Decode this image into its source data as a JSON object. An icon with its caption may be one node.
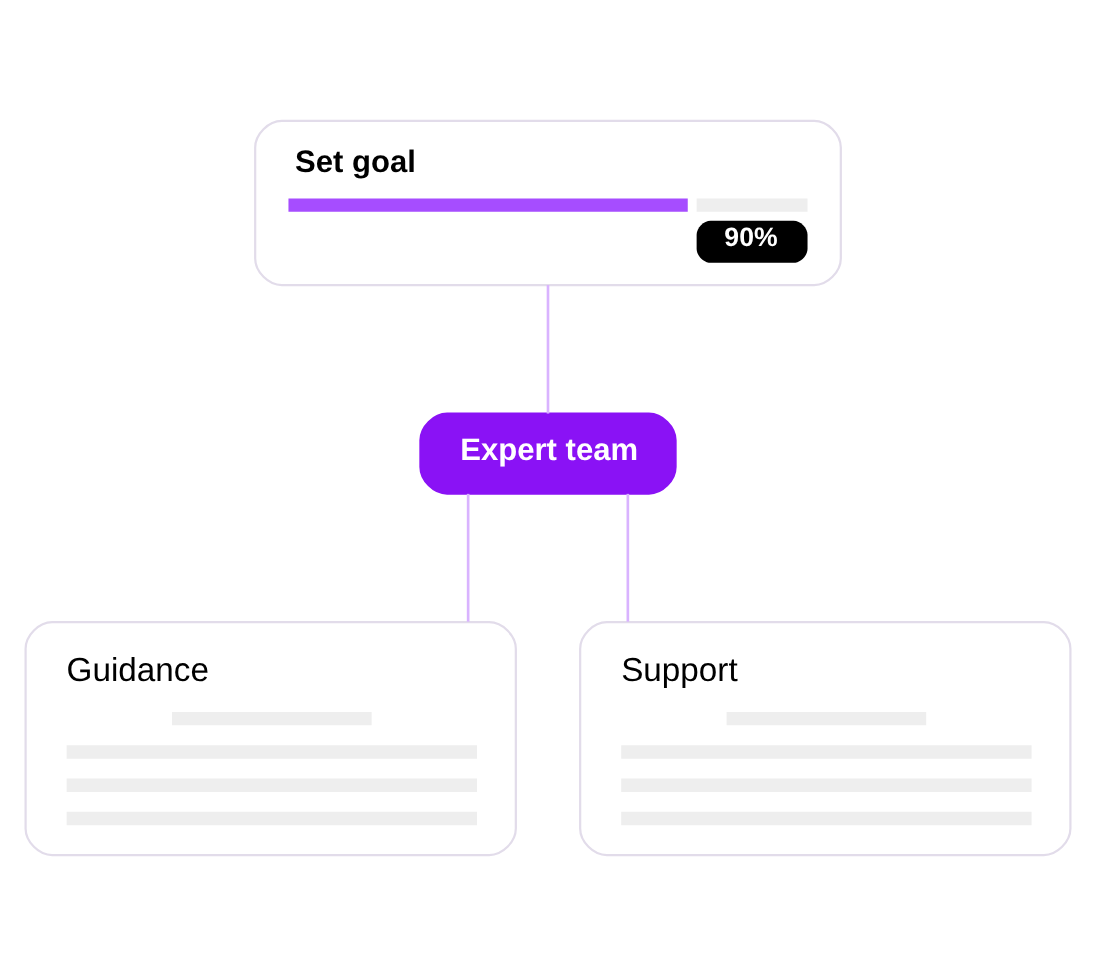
{
  "diagram": {
    "nodes": [
      {
        "text": [
          "Set goal",
          "90%"
        ]
      },
      {
        "text": [
          "Expert team"
        ]
      },
      {
        "text": [
          "Guidance"
        ]
      },
      {
        "text": [
          "Support"
        ]
      }
    ],
    "edges": [
      {
        "from": 0,
        "to": 1,
        "arrow": "none"
      },
      {
        "from": 1,
        "to": 2,
        "arrow": "none"
      },
      {
        "from": 1,
        "to": 3,
        "arrow": "none"
      }
    ]
  }
}
